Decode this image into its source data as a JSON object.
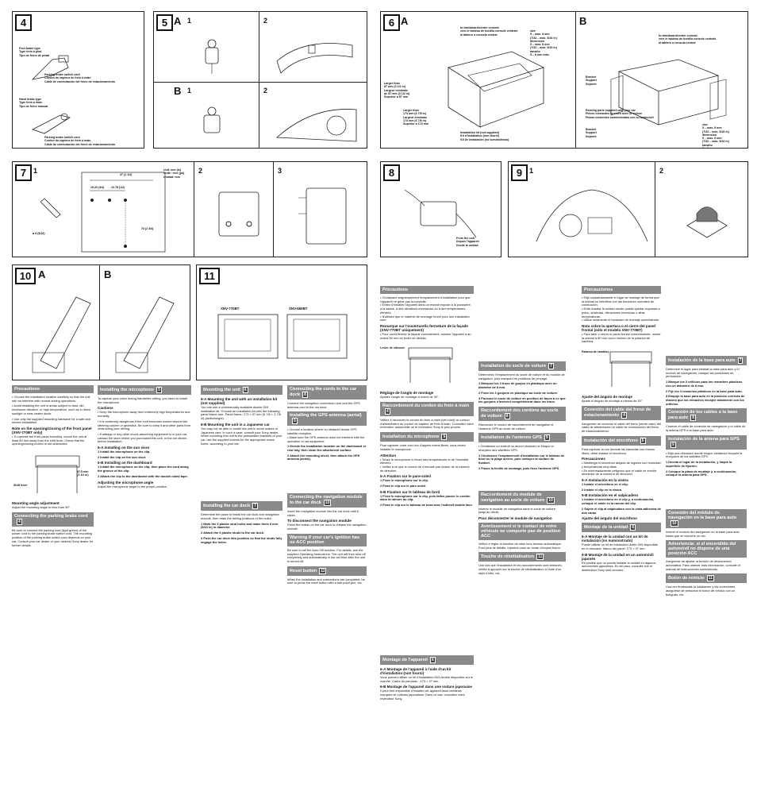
{
  "fig4": {
    "num": "4",
    "foot_brake": "Foot brake type\nType frein à pied\nTipo de freno de pedal",
    "foot_switch": "Parking brake switch cord\nCordon du capteur de frein à main\nCable de conmutación del freno de estacionamiento",
    "hand_brake": "Hand brake type\nType frein à main\nTipo de freno manual",
    "hand_switch": "Parking brake switch cord\nCordon du capteur de frein à main\nCable de conmutación del freno de estacionamiento"
  },
  "fig5": {
    "num": "5",
    "a": "A",
    "b": "B",
    "s1": "1",
    "s2": "2",
    "s3": "1",
    "s4": "2"
  },
  "fig6": {
    "num": "6",
    "a": "A",
    "b": "B",
    "dash": "to dashboard/center console\nvers le tableau de bord/la console centrale\nal tablero o consola central",
    "size": "size\n5 – max. 8 mm\n(7/32 – max. 5/16 in)\ndimension\n5 – max. 8 mm\n(7/32 – max. 5/16 in)\ntamaño\n5 – 8 mm máx.",
    "larger": "Larger than\n87 mm (3 1/2 in)\nLargeur minimale\nde 87 mm (3 1/2 in)\nSuperior a 87 mm",
    "larger2": "Larger than\n173 mm (6 7/8 in)\nLargeur minimale\n173 mm (6 7/8 in)\nSuperior a 173 mm",
    "install_kit": "Installation kit (not supplied)\nKit d'installation (non fourni)\nKit de instalación (no suministrado)",
    "dash_b": "to dashboard/center console\nvers le tableau de bord/la console centrale\nal tablero o consola central",
    "bracket": "Bracket\nSupport\nSoporte",
    "parts": "Existing parts supplied with your car\nPièces existantes fournies avec la voiture\nPiezas existentes suministradas con su automóvil",
    "bracket2": "Bracket\nSupport\nSoporte",
    "size2": "size\n5 – max. 8 mm\n(7/32 – max. 5/16 in)\ndimension\n5 – max. 8 mm\n(7/32 – max. 5/16 in)\ntamaño\n5 – 8 mm máx."
  },
  "fig7": {
    "num": "7",
    "s1": "1",
    "s2": "2",
    "s3": "3",
    "unit": "Unit: mm (in)\nUnité : mm (po)\nUnidad: mm",
    "d1": "37 (1 1/2)",
    "d2": "19.20 (3/4)",
    "d3": "12.78 (1/2)",
    "d4": "70 (2 3/4)",
    "d5": "ø 8 (5/16)"
  },
  "fig8": {
    "num": "8",
    "car": "From the unit\nDepuis l'appareil\nDesde la unidad"
  },
  "fig9": {
    "num": "9",
    "s1": "1",
    "s2": "2"
  },
  "fig10": {
    "num": "10",
    "a": "A",
    "b": "B"
  },
  "fig11": {
    "num": "11",
    "m1": "XNV-770BT",
    "m2": "XNV-660BT"
  },
  "en": {
    "precautions": "Precautions",
    "prec_b1": "• Choose the installation location carefully so that the unit will not interfere with normal driving operations.",
    "prec_b2": "• Avoid installing the unit in areas subject to dust, dirt, excessive vibration, or high temperature, such as in direct sunlight or near heater ducts.",
    "prec_b3": "• Use only the supplied mounting hardware for a safe and secure installation.",
    "note_open": "Note on the opening/closing of the front panel (XNV-770BT only)",
    "note_open_b": "• To operate the front panel smoothly, mount the unit at least 60 mm away from the shift lever. Check that the opening/closing motion is not obstructed.",
    "shift": "Shift lever",
    "dist": "87.5 mm\n(3 1/2 in)",
    "angle_h": "Mounting angle adjustment",
    "angle_b": "Adjust the mounting angle to less than 30°.",
    "parking_h": "Connecting the parking brake cord",
    "parking_ref": "4",
    "parking_b": "Be sure to connect the parking cord (light green) of the power cord to the parking brake switch cord. The mounting position of the parking brake switch cord depends on your car. Consult your car dealer or your nearest Sony dealer for further details.",
    "mic_h": "Installing the microphone",
    "mic_ref": "5",
    "mic_b": "To capture your voice during handsfree calling, you need to install the microphone.",
    "cautions": "Cautions",
    "caut1": "• Keep the microphone away from extremely high temperatures and humidity.",
    "caut2": "• It is extremely dangerous if the cord becomes wound around the steering column or gearstick. Be sure to keep it and other parts from obstructing your driving.",
    "caut3": "• If airbags or any other shock-absorbing equipment is in your car, contact the store where you purchased this unit, or the car dealer, before installation.",
    "visor_h": "5-A Installing on the sun visor",
    "visor_1": "1 Install the microphone on the clip.",
    "visor_2": "2 Install the clip on the sun visor.",
    "dash_h": "5-B Installing on the dashboard",
    "dash_1": "1 Install the microphone on the clip, then place the cord along the groove of the clip.",
    "dash_2": "2 Attach the clip to the dashboard with the double-sided tape.",
    "adjust_h": "Adjusting the microphone angle",
    "adjust_b": "Adjust the microphone angle to the proper position.",
    "mount_h": "Mounting the unit",
    "mount_ref": "6",
    "mountA_h": "6-A Mounting the unit with an installation kit (not supplied)",
    "mountA_b": "You can use a commercially available double DIN installation kit. Choose an installation kit with the following panel frame size. Panel frame: 173 × 97 mm (6 7/8 × 3 7/8 in) (width/height).",
    "mountB_h": "6-B Mounting the unit in a Japanese car",
    "mountB_b": "You may not be able to install this unit in some makes of Japanese cars. In such a case, consult your Sony dealer. When mounting this unit to the preinstalled brackets of your car, use the supplied screws for the appropriate screw holes, according to your car.",
    "cardock_h": "Installing the car dock",
    "cardock_ref": "7",
    "cardock_b": "Determine the place to install the car dock and navigation module, then mark the drilling positions of the holes.",
    "cd1": "1 Mark the 3 plastic stud holes and make them 8 mm (5/16 in) in diameter.",
    "cd2": "2 Attach the 3 plastic studs to the car dock.",
    "cd3": "3 Push the car dock into position so that the studs fully engage the holes.",
    "cords_h": "Connecting the cords to the car dock",
    "cords_ref": "8",
    "cords_b": "Connect the navigation connection cord and the GPS antenna cord to the car dock.",
    "gps_h": "Installing the GPS antenna (aerial)",
    "gps_ref": "9",
    "gps_b": "• Choose a location where no obstacle blocks GPS satellite reception.\n• Make sure the GPS antenna does not interfere with the operation of car equipment.",
    "gps_1": "1 Decide the installation location on the dashboard or rear tray, then clean the attachment surface.",
    "gps_2": "2 Attach the mounting sheet, then attach the GPS antenna (aerial).",
    "navmod_h": "Connecting the navigation module to the car dock",
    "navmod_ref": "10",
    "navmod_b": "Insert the navigation module into the car dock until it clicks.",
    "disconnect": "To disconnect the navigation module",
    "disconnect_b": "Press the button on the car dock to release the navigation module.",
    "warning_h": "Warning if your car's ignition has no ACC position",
    "warning_b": "Be sure to set the Auto Off function. For details, see the supplied Operating Instructions. The unit will then shut off completely and automatically in the set time after the unit is turned off.",
    "reset_h": "Reset button",
    "reset_ref": "11",
    "reset_b": "When the installation and connections are completed, be sure to press the reset button with a ball-point pen, etc."
  },
  "fr": {
    "precautions": "Précautions",
    "prec_b": "• Choisissez soigneusement l'emplacement d'installation pour que l'appareil ne gêne pas la conduite.\n• Evitez d'installer l'appareil dans un endroit exposé à la poussière, à la saleté, à des vibrations excessives ou à des températures élevées.\n• N'utilisez que le matériel de montage fourni pour une installation sûre.",
    "remarque": "Remarque sur l'ouverture/la fermeture de la façade (XNV-770BT uniquement)",
    "rem_b": "• Pour ouvrir/fermer la façade correctement, montez l'appareil à au moins 60 mm du levier de vitesse.",
    "levier": "Levier de vitesses",
    "angle_h": "Réglage de l'angle de montage",
    "angle_b": "Ajustez l'angle de montage à moins de 30°.",
    "frein_h": "Raccordement du cordon du frein à main",
    "frein_ref": "4",
    "frein_b": "Veillez à raccorder le cordon du frein à main (vert clair) du cordon d'alimentation au cordon du capteur de frein à main. Consultez votre revendeur automobile ou le revendeur Sony le plus proche.",
    "micro_h": "Installation du microphone",
    "micro_ref": "5",
    "micro_b": "Pour capturer votre voix lors d'appels mains libres, vous devez installer le microphone.",
    "attention": "Attention",
    "att_b": "• Tenez le microphone à l'écart des températures et de l'humidité élevées.\n• Veillez à ce que le cordon ne s'enroule pas autour de la colonne de direction.",
    "pareA": "5-A Fixation sur le pare-soleil",
    "pareA_1": "1 Fixez le microphone sur le clip.",
    "pareA_2": "2 Fixez le clip sur le pare-soleil.",
    "tabB": "5-B Fixation sur le tableau de bord",
    "tabB_1": "1 Fixez le microphone sur le clip, puis faites passer le cordon dans la rainure du clip.",
    "tabB_2": "2 Fixez le clip sur le tableau de bord avec l'adhésif double face.",
    "mont_h": "Montage de l'appareil",
    "mont_ref": "6",
    "montA": "6-A Montage de l'appareil à l'aide d'un kit d'installation (non fourni)",
    "montA_b": "Vous pouvez utiliser un kit d'installation DIN double disponible sur le marché. Cadre du panneau : 173 × 97 mm.",
    "montB": "6-B Montage de l'appareil dans une voiture japonaise",
    "montB_b": "Il peut être impossible d'installer cet appareil dans certaines marques de voitures japonaises. Dans ce cas, consultez votre revendeur Sony.",
    "socle_h": "Installation du socle de voiture",
    "socle_ref": "7",
    "socle_b": "Déterminez l'emplacement du socle de voiture et du module de navigation, puis marquez les positions de perçage.",
    "socle_1": "1 Marquez les 3 trous de goujon en plastique avec un diamètre de 8 mm.",
    "socle_2": "2 Fixez les 3 goujons en plastique au socle de voiture.",
    "socle_3": "3 Poussez le socle de voiture en position de façon à ce que les goujons s'insèrent complètement dans les trous.",
    "rac_h": "Raccordement des cordons au socle de voiture",
    "rac_ref": "8",
    "rac_b": "Raccordez le cordon de raccordement de navigation et l'antenne GPS au socle de voiture.",
    "ant_h": "Installation de l'antenne GPS",
    "ant_ref": "9",
    "ant_b": "• Choisissez un endroit où aucun obstacle ne bloque la réception des satellites GPS.",
    "ant_1": "1 Choisissez l'emplacement d'installation sur le tableau de bord ou la plage arrière, puis nettoyez la surface de fixation.",
    "ant_2": "2 Posez la feuille de montage, puis fixez l'antenne GPS.",
    "mod_h": "Raccordement du module de navigation au socle de voiture",
    "mod_ref": "10",
    "mod_b": "Insérez le module de navigation dans le socle de voiture jusqu'au déclic.",
    "mod_d": "Pour déconnecter le module de navigation",
    "avert_h": "Avertissement si le contact de votre véhicule ne comporte pas de position ACC",
    "avert_b": "Veillez à régler la fonction de mise hors tension automatique. Pour plus de détails, reportez-vous au mode d'emploi fourni.",
    "reinit_h": "Touche de réinitialisation",
    "reinit_ref": "11",
    "reinit_b": "Une fois que l'installation et les raccordements sont terminés, veillez à appuyer sur la touche de réinitialisation à l'aide d'un stylo à bille, etc."
  },
  "es": {
    "precauciones": "Precauciones",
    "prec_b": "• Elija cuidadosamente el lugar de montaje de forma que la unidad no interfiera con las funciones normales de conducción.\n• Evite instalar la unidad donde pueda quedar expuesta a polvo, suciedad, vibraciones excesivas o altas temperaturas.\n• Utilice solamente el hardware de montaje suministrado.",
    "nota": "Nota sobre la apertura o el cierre del panel frontal (sólo el modelo XNV-770BT)",
    "nota_b": "• Para abrir o cerrar el panel frontal correctamente, monte la unidad a 60 mm como mínimo de la palanca de cambios.",
    "palanca": "Palanca de cambios",
    "angulo_h": "Ajuste del ángulo de montaje",
    "angulo_b": "Ajuste el ángulo de montaje a menos de 30°.",
    "freno_h": "Conexión del cable del freno de estacionamiento",
    "freno_ref": "4",
    "freno_b": "Asegúrese de conectar el cable del freno (verde claro) del cable de alimentación al cable de conmutación del freno de estacionamiento.",
    "micro_h": "Instalación del micrófono",
    "micro_ref": "5",
    "micro_b": "Para capturar la voz durante las llamadas con manos libres, debe instalar el micrófono.",
    "precauc": "Precauciones",
    "precauc_b": "• Mantenga el micrófono alejado de lugares con humedad y temperaturas muy altas.\n• Es extremadamente peligroso que el cable se enrolle alrededor de la columna de dirección.",
    "viseraA": "5-A Instalación en la visera",
    "viseraA_1": "1 Instale el micrófono en el clip.",
    "viseraA_2": "2 Instale el clip en la visera.",
    "salpB": "5-B Instalación en el salpicadero",
    "salpB_1": "1 Instale el micrófono en el clip y, a continuación, coloque el cable en la ranura del clip.",
    "salpB_2": "2 Sujete el clip al salpicadero con la cinta adhesiva de dos caras.",
    "ajuste_h": "Ajuste del ángulo del micrófono",
    "montaje_h": "Montaje de la unidad",
    "montaje_ref": "6",
    "montajeA": "6-A Montaje de la unidad con un kit de instalación (no suministrado)",
    "montajeA_b": "Puede utilizar un kit de instalación doble DIN disponible en el mercado. Marco del panel: 173 × 97 mm.",
    "montajeB": "6-B Montaje de la unidad en un automóvil japonés",
    "montajeB_b": "Es posible que no pueda instalar la unidad en algunos automóviles japoneses. En tal caso, consulte con el distribuidor Sony más cercano.",
    "base_h": "Instalación de la base para auto",
    "base_ref": "7",
    "base_b": "Determine el lugar para instalar la base para auto y el módulo de navegación, marque las posiciones de perforación.",
    "base_1": "1 Marque los 3 orificios para los remaches plásticos con un diámetro de 8 mm.",
    "base_2": "2 Fije los 3 remaches plásticos en la base para auto.",
    "base_3": "3 Empuje la base para auto en la posición correcta de manera que los remaches encajen totalmente con los orificios.",
    "cables_h": "Conexión de los cables a la base para auto",
    "cables_ref": "8",
    "cables_b": "Conecte el cable de conexión de navegación y el cable de la antena GPS a la base para auto.",
    "gps_h": "Instalación de la antena para GPS",
    "gps_ref": "9",
    "gps_b": "• Elija una ubicación donde ningún obstáculo bloquee la recepción de los satélites GPS.",
    "gps_1": "1 Decida el lugar de la instalación, y limpie la superficie de fijación.",
    "gps_2": "2 Coloque la placa de montaje y, a continuación, coloque la antena para GPS.",
    "modulo_h": "Conexión del módulo de navegación en la base para auto",
    "modulo_ref": "10",
    "modulo_b": "Inserte el módulo de navegación en la base para auto hasta que se escuche un clic.",
    "adv_h": "Advertencia: si el encendido del automóvil no dispone de una posición ACC",
    "adv_b": "Asegúrese de ajustar la función de desconexión automática. Para obtener más información, consulte el manual de instrucciones suministrado.",
    "reinicio_h": "Botón de reinicio",
    "reinicio_ref": "11",
    "reinicio_b": "Una vez finalizadas la instalación y las conexiones, asegúrese de presionar el botón de reinicio con un bolígrafo, etc."
  }
}
